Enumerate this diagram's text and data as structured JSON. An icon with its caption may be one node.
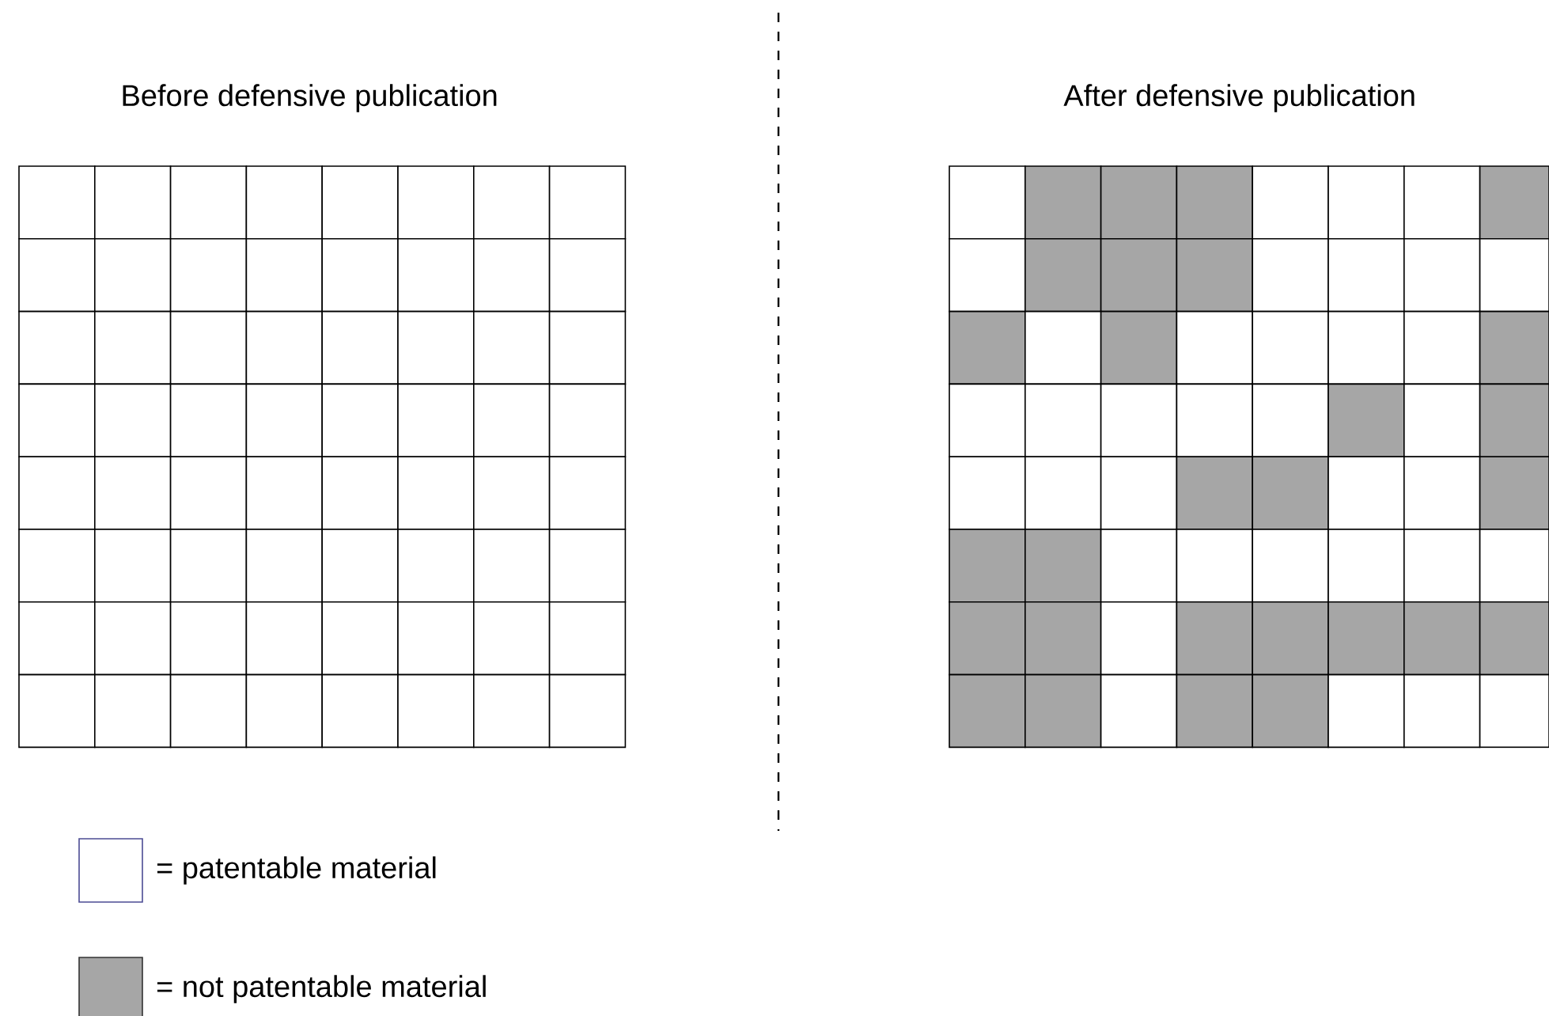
{
  "diagram": {
    "nodes": [
      {
        "text": [
          "Before defensive publication"
        ]
      },
      {
        "text": [
          "After defensive publication"
        ]
      }
    ],
    "edges": [],
    "legend": [
      {
        "text": "= patentable material"
      },
      {
        "text": "= not patentable material",
        "color": "#a6a6a6"
      }
    ]
  }
}
